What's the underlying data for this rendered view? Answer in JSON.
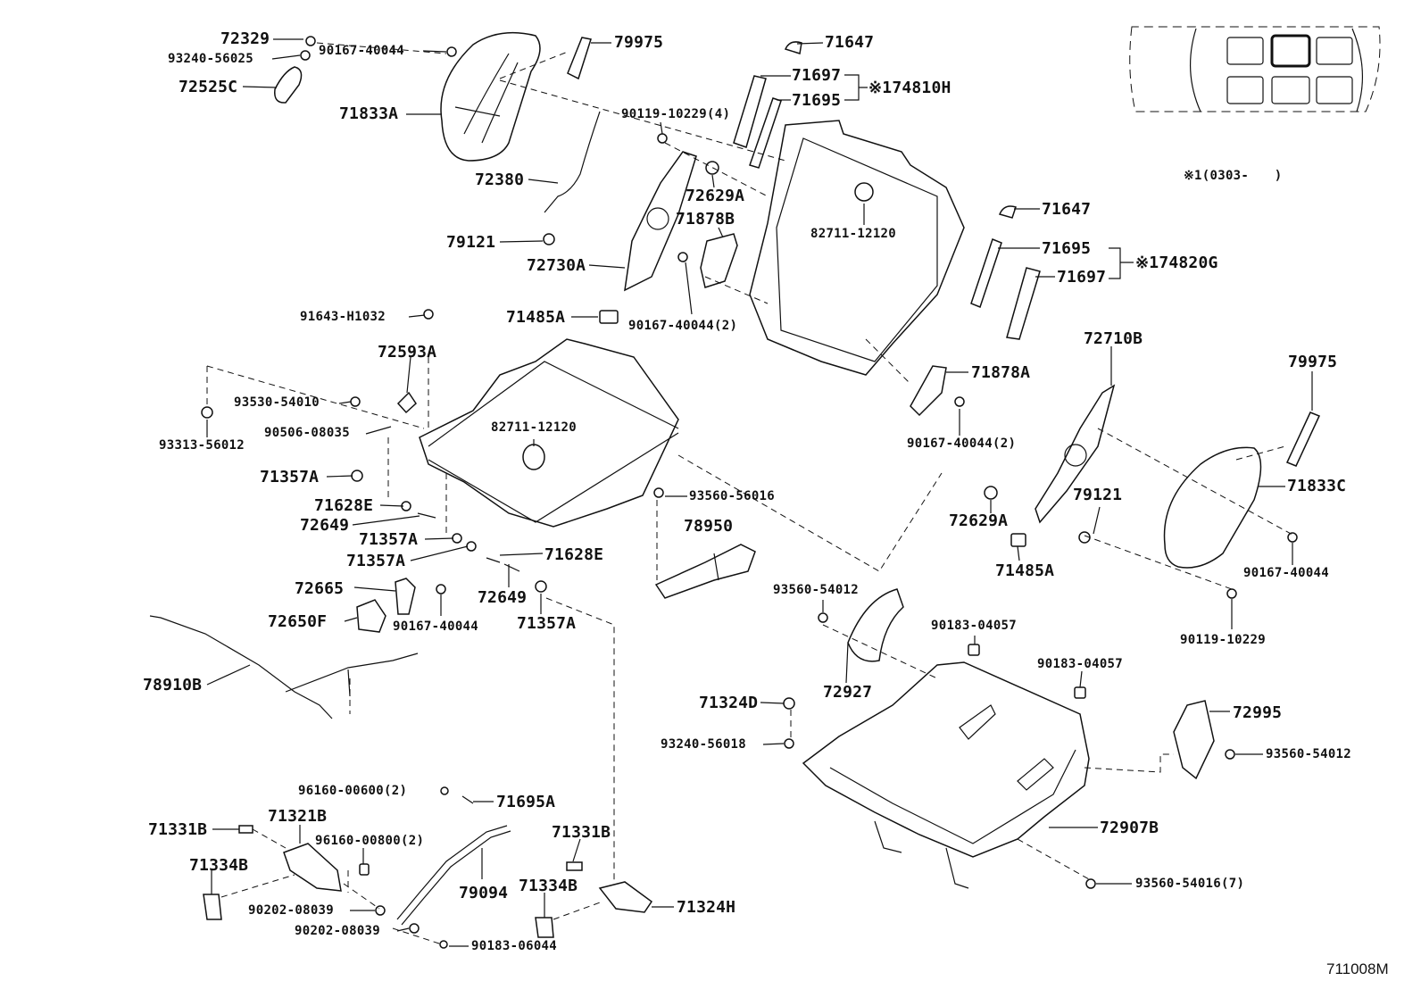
{
  "labels": {
    "p72329": "72329",
    "p93240_56025": "93240-56025",
    "p72525C": "72525C",
    "p90167_40044_a": "90167-40044",
    "p79975_a": "79975",
    "p71833A": "71833A",
    "p71647_a": "71647",
    "p71697_a": "71697",
    "p71695_a": "71695",
    "p174810H": "※174810H",
    "p90119_10229_4": "90119-10229(4)",
    "p72380": "72380",
    "p72629A_a": "72629A",
    "p71878B": "71878B",
    "p79121_a": "79121",
    "p72730A": "72730A",
    "p82711_12120_a": "82711-12120",
    "p90167_40044_2a": "90167-40044(2)",
    "p71485A_a": "71485A",
    "p71647_b": "71647",
    "p71695_b": "71695",
    "p71697_b": "71697",
    "p174820G": "※174820G",
    "p91643_H1032": "91643-H1032",
    "p72593A": "72593A",
    "p93530_54010": "93530-54010",
    "p93313_56012": "93313-56012",
    "p90506_08035": "90506-08035",
    "p82711_12120_b": "82711-12120",
    "p72710B": "72710B",
    "p79975_b": "79975",
    "p71878A": "71878A",
    "p90167_40044_2b": "90167-40044(2)",
    "p71357A_a": "71357A",
    "p71628E_a": "71628E",
    "p72649_a": "72649",
    "p71357A_b": "71357A",
    "p71357A_c": "71357A",
    "p93560_56016": "93560-56016",
    "p78950": "78950",
    "p71628E_b": "71628E",
    "p72649_b": "72649",
    "p71357A_d": "71357A",
    "p72629A_b": "72629A",
    "p79121_b": "79121",
    "p71485A_b": "71485A",
    "p71833C": "71833C",
    "p90167_40044_b": "90167-40044",
    "p72665": "72665",
    "p72650F": "72650F",
    "p90167_40044_c": "90167-40044",
    "p93560_54012_a": "93560-54012",
    "p90183_04057_a": "90183-04057",
    "p90119_10229": "90119-10229",
    "p78910B": "78910B",
    "p72927": "72927",
    "p90183_04057_b": "90183-04057",
    "p71324D": "71324D",
    "p72995": "72995",
    "p93240_56018": "93240-56018",
    "p93560_54012_b": "93560-54012",
    "p96160_00600_2": "96160-00600(2)",
    "p71695A": "71695A",
    "p71331B_a": "71331B",
    "p71321B": "71321B",
    "p96160_00800_2": "96160-00800(2)",
    "p72907B": "72907B",
    "p71331B_b": "71331B",
    "p71334B_a": "71334B",
    "p71334B_b": "71334B",
    "p79094": "79094",
    "p71324H": "71324H",
    "p93560_54016_7": "93560-54016(7)",
    "p90202_08039_a": "90202-08039",
    "p90202_08039_b": "90202-08039",
    "p90183_06044": "90183-06044",
    "note_range": "※1(0303-　　)",
    "figure_code": "711008M"
  }
}
